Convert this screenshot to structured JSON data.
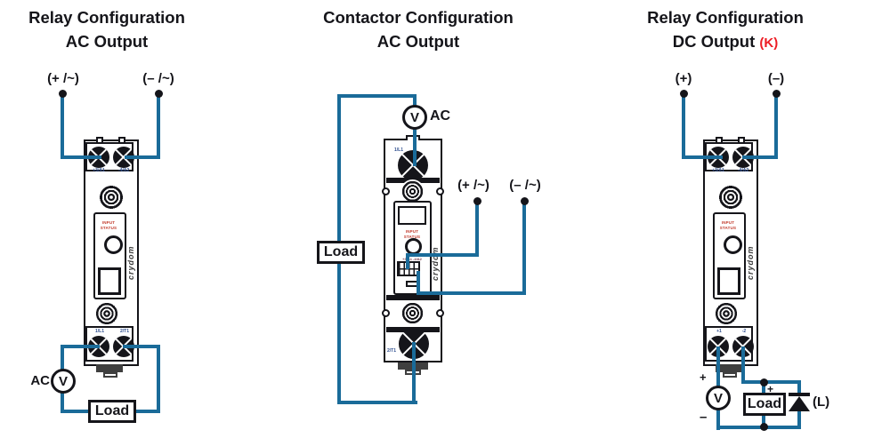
{
  "colors": {
    "wire": "#1a6b99",
    "accent_red": "#ed1c24",
    "ink": "#15151a",
    "terminal_label_blue": "#2f4f8f"
  },
  "diagrams": {
    "left": {
      "title_line1": "Relay Configuration",
      "title_line2": "AC Output",
      "pos_terminal": "(+ /~)",
      "neg_terminal": "(– /~)",
      "meter_prefix": "AC",
      "meter_symbol": "V",
      "load_label": "Load",
      "device": {
        "top_terminals": [
          "+3/A1",
          "-4/A2"
        ],
        "bottom_terminals": [
          "1/L1",
          "2/T1"
        ],
        "input_status_line1": "INPUT",
        "input_status_line2": "STATUS",
        "brand": "crydom"
      }
    },
    "middle": {
      "title_line1": "Contactor Configuration",
      "title_line2": "AC Output",
      "meter_symbol": "V",
      "meter_suffix": "AC",
      "pos_terminal": "(+ /~)",
      "neg_terminal": "(– /~)",
      "load_label": "Load",
      "device": {
        "top_terminal": "1/L1",
        "bottom_terminal": "2/T1",
        "control_terminals": "+3/A1  -4/A2",
        "input_status_line1": "INPUT",
        "input_status_line2": "STATUS",
        "brand": "crydom"
      }
    },
    "right": {
      "title_line1": "Relay Configuration",
      "title_line2": "DC Output",
      "title_note": "(K)",
      "pos_terminal": "(+)",
      "neg_terminal": "(–)",
      "meter_symbol": "V",
      "meter_plus": "+",
      "meter_minus": "–",
      "load_plus": "+",
      "load_label": "Load",
      "diode_note": "(L)",
      "device": {
        "top_terminals": [
          "+3/A1",
          "-4/A2"
        ],
        "bottom_terminals": [
          "+1",
          "-2"
        ],
        "input_status_line1": "INPUT",
        "input_status_line2": "STATUS",
        "brand": "crydom"
      }
    }
  }
}
